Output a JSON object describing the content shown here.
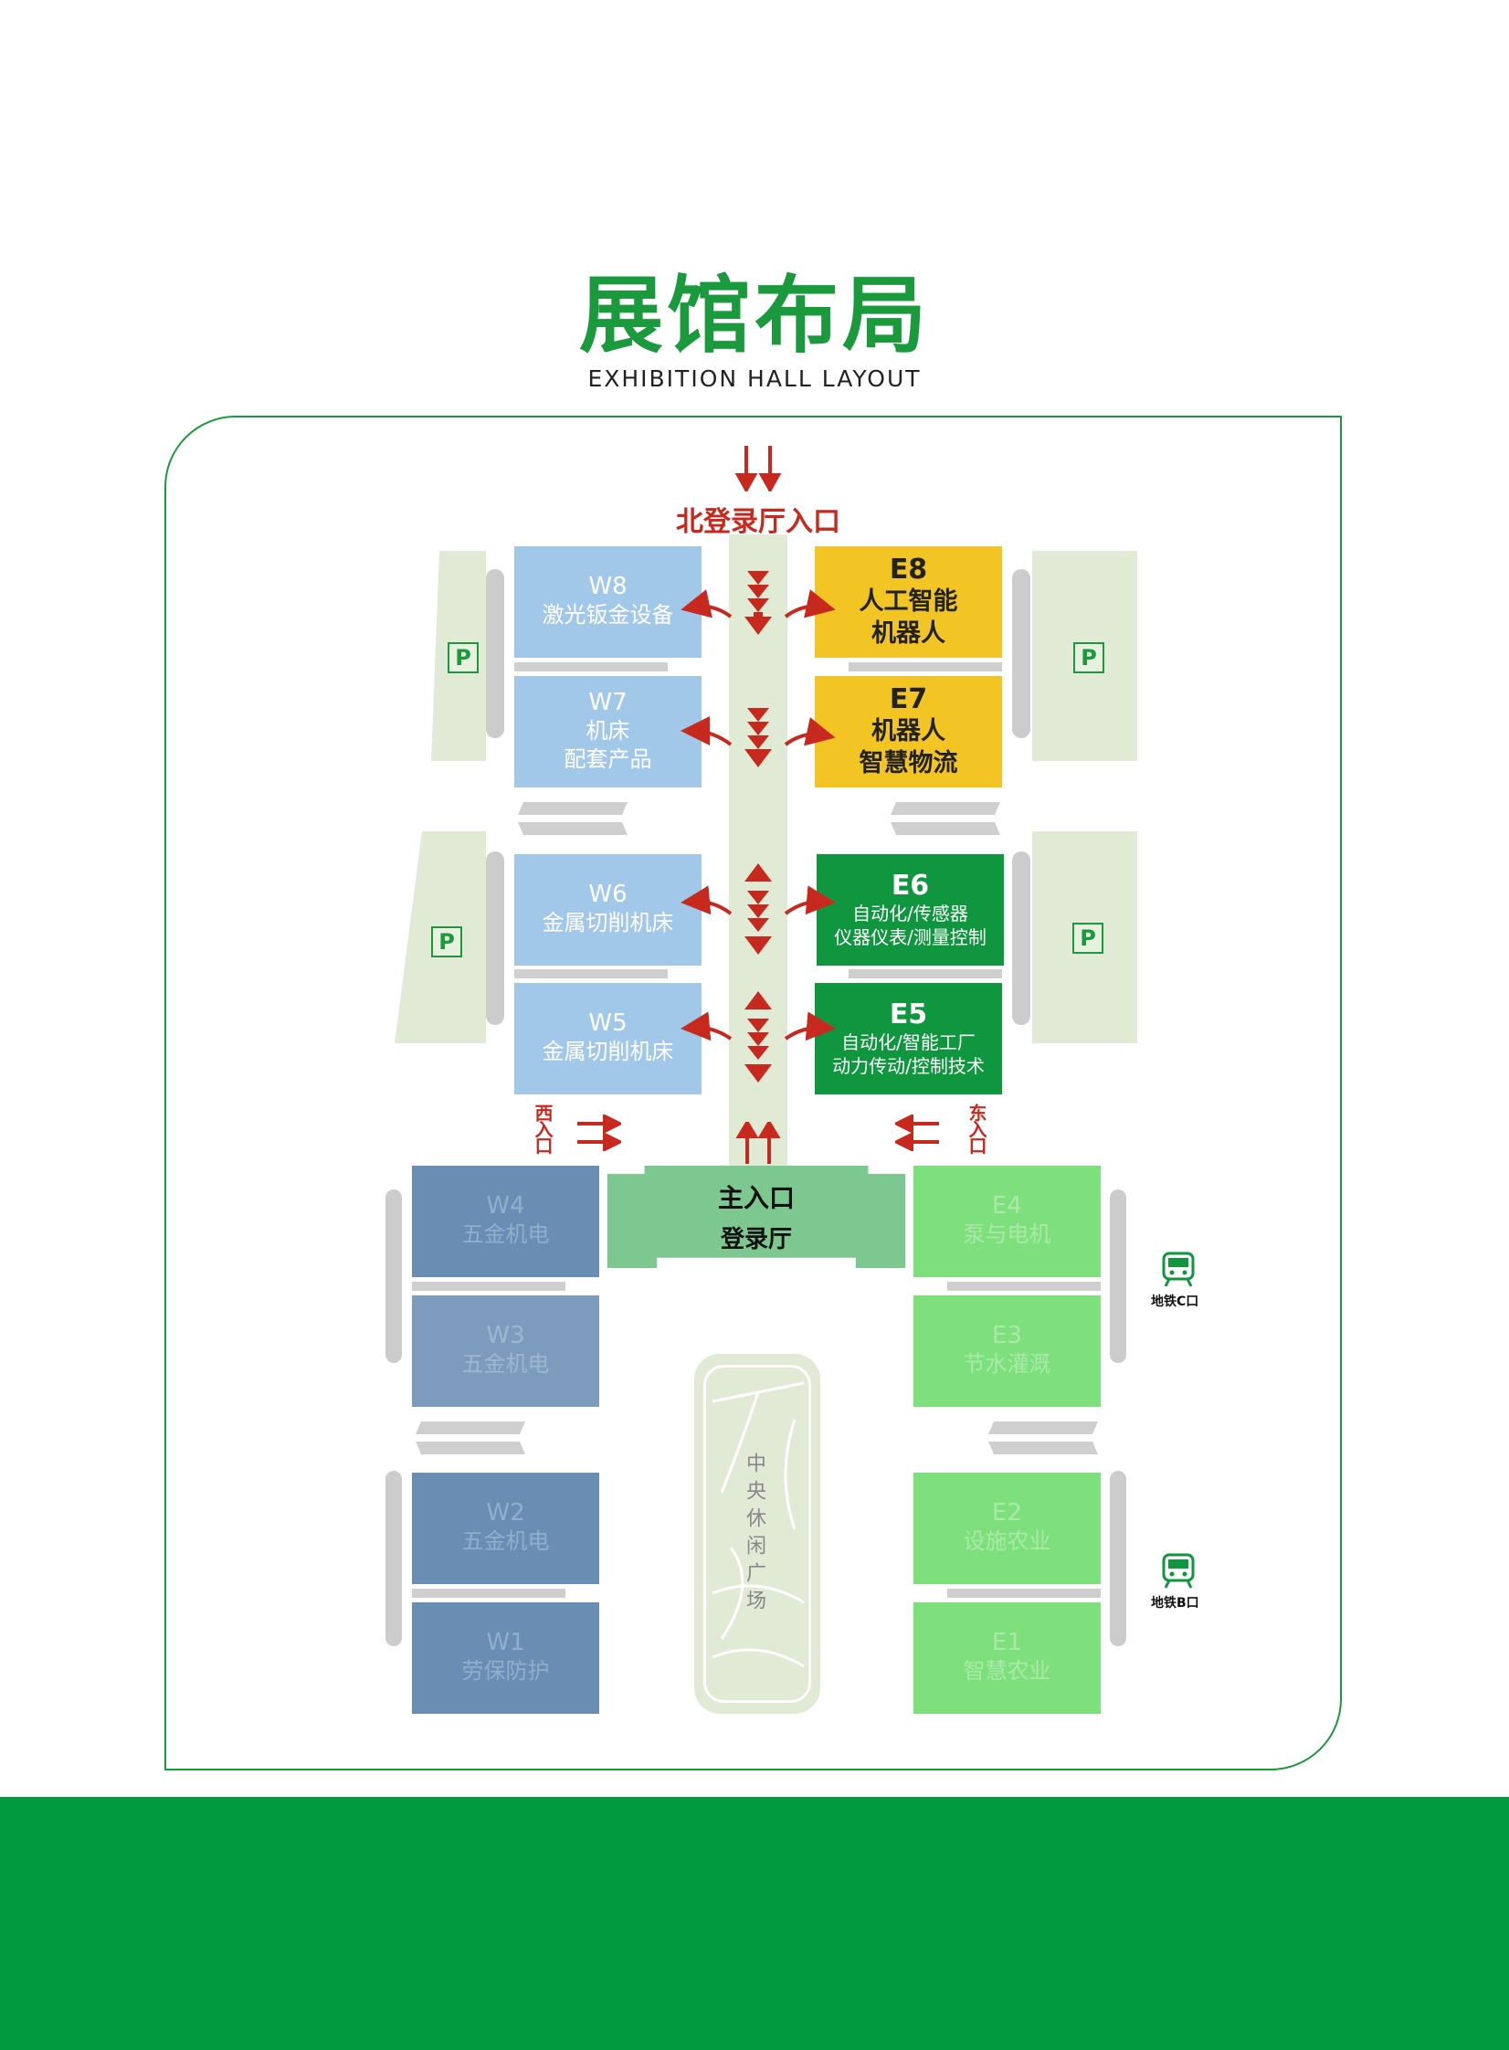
{
  "header": {
    "title": "展馆布局",
    "subtitle": "EXHIBITION HALL LAYOUT"
  },
  "entrances": {
    "north": "北登录厅入口",
    "west": "西入口",
    "east": "东入口",
    "main_line1": "主入口",
    "main_line2": "登录厅"
  },
  "plaza": "中央休闲广场",
  "parking_label": "P",
  "metro": {
    "c": "地铁C口",
    "b": "地铁B口"
  },
  "halls": {
    "W8": {
      "code": "W8",
      "name": "激光钣金设备"
    },
    "W7": {
      "code": "W7",
      "name1": "机床",
      "name2": "配套产品"
    },
    "W6": {
      "code": "W6",
      "name": "金属切削机床"
    },
    "W5": {
      "code": "W5",
      "name": "金属切削机床"
    },
    "W4": {
      "code": "W4",
      "name": "五金机电"
    },
    "W3": {
      "code": "W3",
      "name": "五金机电"
    },
    "W2": {
      "code": "W2",
      "name": "五金机电"
    },
    "W1": {
      "code": "W1",
      "name": "劳保防护"
    },
    "E8": {
      "code": "E8",
      "name1": "人工智能",
      "name2": "机器人"
    },
    "E7": {
      "code": "E7",
      "name1": "机器人",
      "name2": "智慧物流"
    },
    "E6": {
      "code": "E6",
      "name1": "自动化/传感器",
      "name2": "仪器仪表/测量控制"
    },
    "E5": {
      "code": "E5",
      "name1": "自动化/智能工厂",
      "name2": "动力传动/控制技术"
    },
    "E4": {
      "code": "E4",
      "name": "泵与电机"
    },
    "E3": {
      "code": "E3",
      "name": "节水灌溉"
    },
    "E2": {
      "code": "E2",
      "name": "设施农业"
    },
    "E1": {
      "code": "E1",
      "name": "智慧农业"
    }
  },
  "colors": {
    "brand_green": "#1a9a3c",
    "footer_green": "#029a3f",
    "arrow_red": "#c8291e",
    "hall_yellow": "#f2c524",
    "hall_green": "#0f963e",
    "hall_light_blue": "#a1c8e8",
    "hall_dark_blue": "#6a8db3",
    "hall_light_green": "#7ee07d"
  },
  "icons": [
    "down-arrow-icon",
    "curved-arrow-icon",
    "chevron-arrow-icon",
    "right-arrow-icon",
    "left-arrow-icon",
    "up-arrow-icon",
    "metro-train-icon",
    "parking-icon"
  ]
}
